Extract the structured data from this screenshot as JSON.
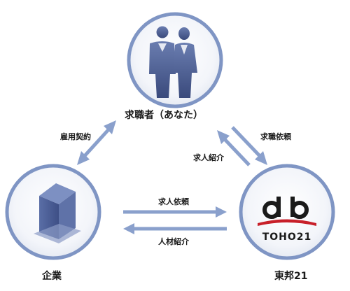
{
  "nodes": {
    "job_seeker": {
      "label": "求職者（あなた）",
      "icon": "business-people-icon"
    },
    "company": {
      "label": "企業",
      "icon": "office-building-icon"
    },
    "agency": {
      "label": "東邦21",
      "icon": "toho21-logo",
      "logo_text": "TOHO21"
    }
  },
  "edges": {
    "employment_contract": {
      "label": "雇用契約"
    },
    "job_request_to_agency": {
      "label": "求職依頼"
    },
    "job_introduction": {
      "label": "求人紹介"
    },
    "job_order": {
      "label": "求人依頼"
    },
    "talent_introduction": {
      "label": "人材紹介"
    }
  },
  "colors": {
    "circle_stroke": "#7f95c4",
    "arrow": "#8aa0cc",
    "icon_dark": "#46588e",
    "logo_red": "#c8202a",
    "logo_black": "#1a1a1a"
  }
}
